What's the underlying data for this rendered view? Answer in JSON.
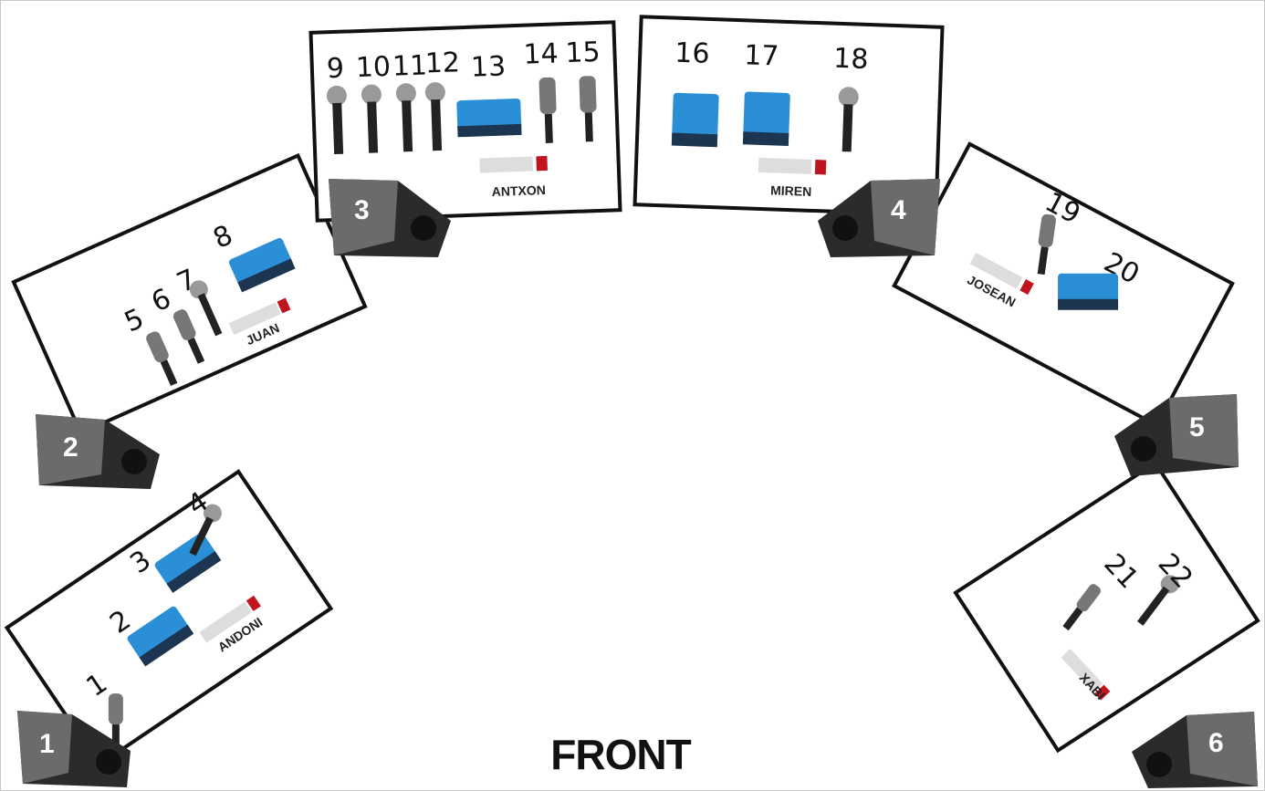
{
  "stage": {
    "front_label": "FRONT",
    "monitors": [
      "1",
      "2",
      "3",
      "4",
      "5",
      "6"
    ],
    "musicians": [
      {
        "name": "ANDONI",
        "channels": [
          "1",
          "2",
          "3",
          "4"
        ],
        "inputs": [
          "xlr-cable-icon",
          "di-box-icon",
          "di-box-icon",
          "microphone-icon"
        ]
      },
      {
        "name": "JUAN",
        "channels": [
          "5",
          "6",
          "7",
          "8"
        ],
        "inputs": [
          "xlr-cable-icon",
          "xlr-cable-icon",
          "microphone-icon",
          "di-box-icon"
        ]
      },
      {
        "name": "ANTXON",
        "channels": [
          "9",
          "10",
          "11",
          "12",
          "13",
          "14",
          "15"
        ],
        "inputs": [
          "microphone-icon",
          "microphone-icon",
          "microphone-icon",
          "microphone-icon",
          "di-box-icon",
          "xlr-cable-icon",
          "xlr-cable-icon"
        ]
      },
      {
        "name": "MIREN",
        "channels": [
          "16",
          "17",
          "18"
        ],
        "inputs": [
          "di-box-icon",
          "di-box-icon",
          "microphone-icon"
        ]
      },
      {
        "name": "JOSEAN",
        "channels": [
          "19",
          "20"
        ],
        "inputs": [
          "xlr-cable-icon",
          "di-box-icon"
        ]
      },
      {
        "name": "XABI",
        "channels": [
          "21",
          "22"
        ],
        "inputs": [
          "xlr-cable-icon",
          "microphone-icon"
        ]
      }
    ]
  },
  "colors": {
    "di_box": "#2a8fd6",
    "monitor": "#2b2b2b",
    "power_strip_switch": "#c0141e"
  }
}
